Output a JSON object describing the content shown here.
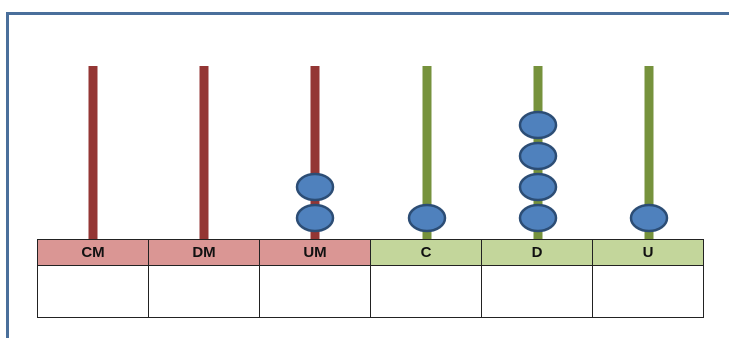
{
  "colors": {
    "frame": "#4a6f9b",
    "group_thousands_rod": "#943634",
    "group_thousands_cell": "#da9694",
    "group_units_rod": "#76923c",
    "group_units_cell": "#c3d69b",
    "bead_fill": "#4f81bd",
    "bead_stroke": "#2c4d75"
  },
  "columns": [
    {
      "label": "CM",
      "beads": 0,
      "group": "thousands"
    },
    {
      "label": "DM",
      "beads": 0,
      "group": "thousands"
    },
    {
      "label": "UM",
      "beads": 2,
      "group": "thousands"
    },
    {
      "label": "C",
      "beads": 1,
      "group": "units"
    },
    {
      "label": "D",
      "beads": 4,
      "group": "units"
    },
    {
      "label": "U",
      "beads": 1,
      "group": "units"
    }
  ],
  "answers": [
    "",
    "",
    "",
    "",
    "",
    ""
  ]
}
